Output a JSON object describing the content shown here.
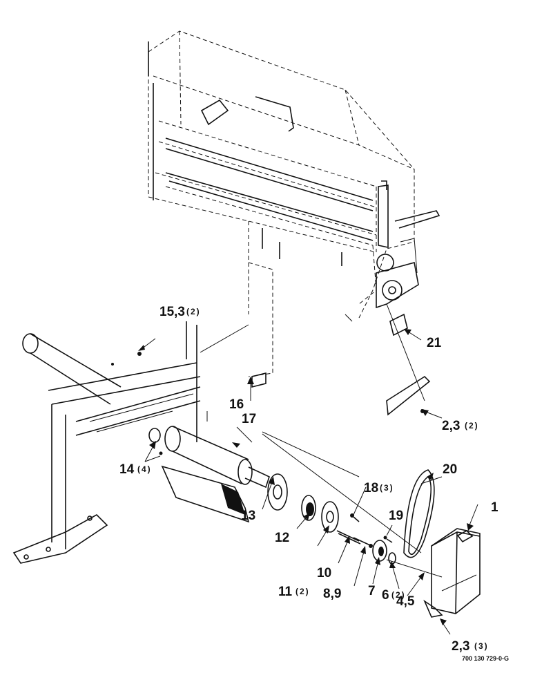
{
  "callouts": {
    "c1": "1",
    "c20": "20",
    "c18": "18",
    "c18q": "(3)",
    "c19": "19",
    "c17": "17",
    "c16": "16",
    "c15": "15,3",
    "c15q": "(2)",
    "c21": "21",
    "c23a": "2,3",
    "c23aq": "(2)",
    "c14": "14",
    "c14q": "(4)",
    "c13": "13",
    "c12": "12",
    "c11": "11",
    "c11q": "(2)",
    "c10": "10",
    "c89": "8,9",
    "c7": "7",
    "c6": "6",
    "c6q": "(2)",
    "c45": "4,5",
    "c23b": "2,3",
    "c23bq": "(3)"
  },
  "drawing_id": "700 130 729-0-G"
}
